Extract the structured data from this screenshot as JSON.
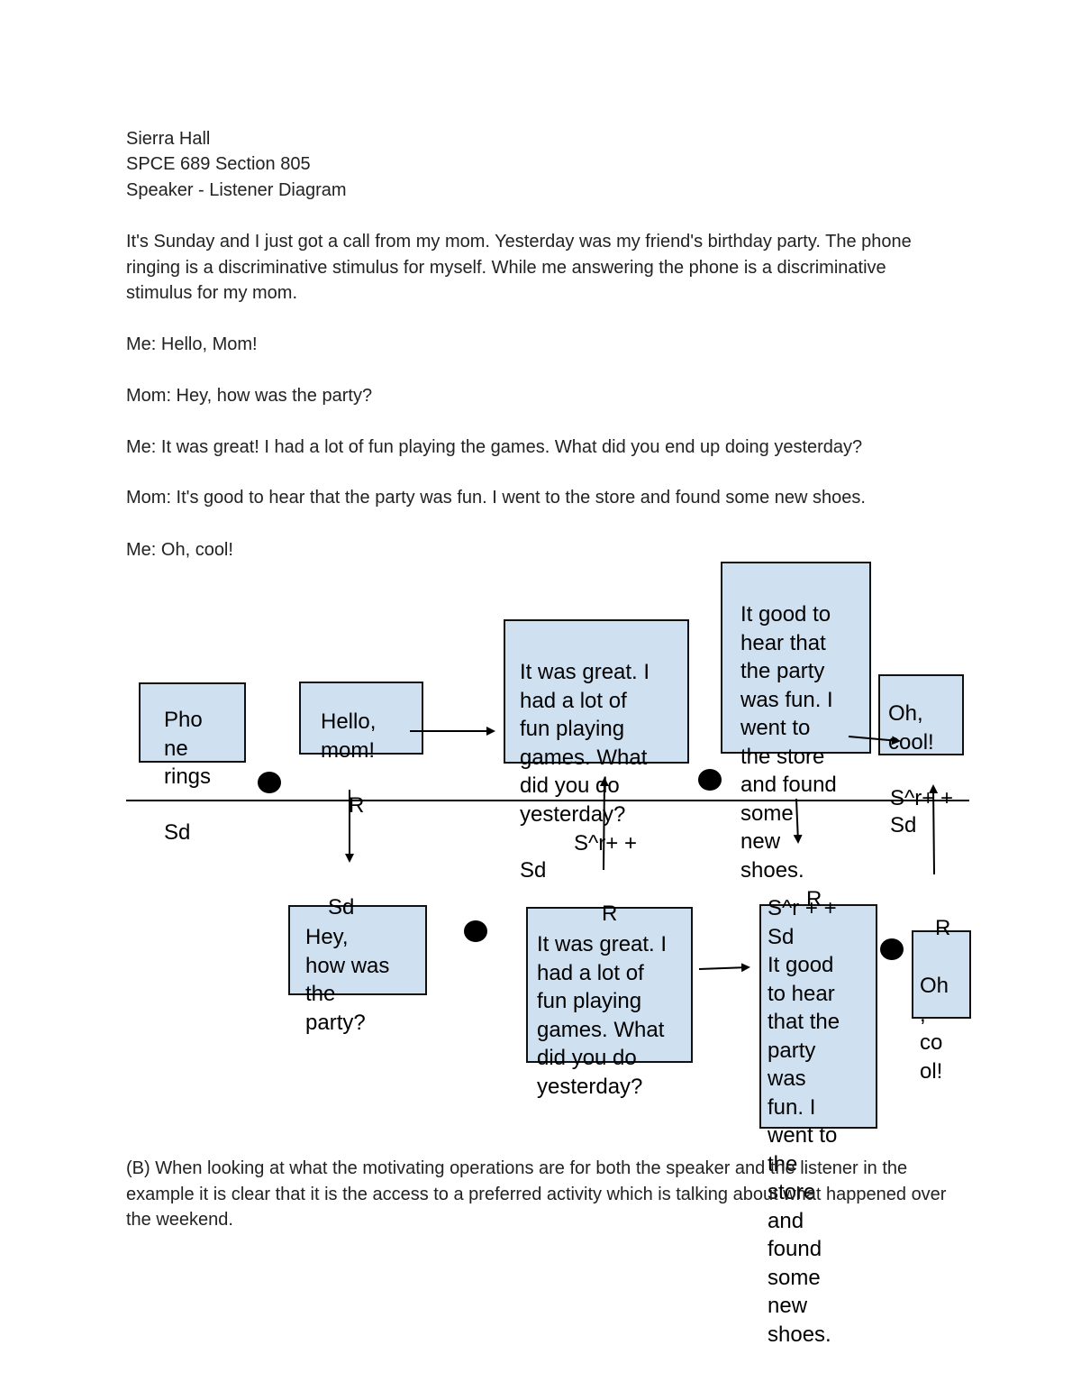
{
  "header": {
    "name": "Sierra Hall",
    "course": "SPCE 689 Section 805",
    "title": "Speaker - Listener Diagram"
  },
  "intro": "It's Sunday and I just got a call from my mom. Yesterday was my friend's birthday party. The phone ringing is a discriminative stimulus for myself. While me answering the phone is a discriminative stimulus for my mom.",
  "dialogue": [
    "Me: Hello, Mom!",
    "Mom: Hey, how was the party?",
    "Me: It was great! I had a lot of fun playing the games. What did you end up doing yesterday?",
    "Mom: It's good to hear that the party was fun. I went to the store and found some new shoes.",
    "Me: Oh, cool!"
  ],
  "diagram": {
    "speaker_boxes": [
      "Pho\nne\nrings",
      "Hello,\nmom!",
      "It was great. I\nhad a lot of\nfun playing\ngames. What\ndid you do\nyesterday?",
      "It good to\nhear that\nthe party\nwas fun. I\nwent to\nthe store\nand found\nsome\nnew\nshoes.",
      "Oh,\ncool!"
    ],
    "listener_boxes": [
      "Hey,\nhow was\nthe\nparty?",
      "It was great. I\nhad a lot of\nfun playing\ngames. What\ndid you do\nyesterday?",
      "S^r + +\nSd\nIt good\nto hear\nthat the\nparty\nwas\nfun. I\nwent to\nthe\nstore\nand\nfound\nsome\nnew\nshoes.",
      "Oh\n,\nco\nol!"
    ],
    "labels": {
      "sd_1": "Sd",
      "r_1": "R",
      "sd_2": "Sd",
      "sr_1": "S^r+ +",
      "sd_3": "Sd",
      "r_2": "R",
      "r_3": "R",
      "sr_2": "S^r+ +",
      "sd_4": "Sd",
      "r_4": "R"
    }
  },
  "conclusion": "(B) When looking at what the motivating operations are for both the speaker and the listener in the example it is clear that it is the access to a preferred activity which is talking about what happened over the weekend."
}
